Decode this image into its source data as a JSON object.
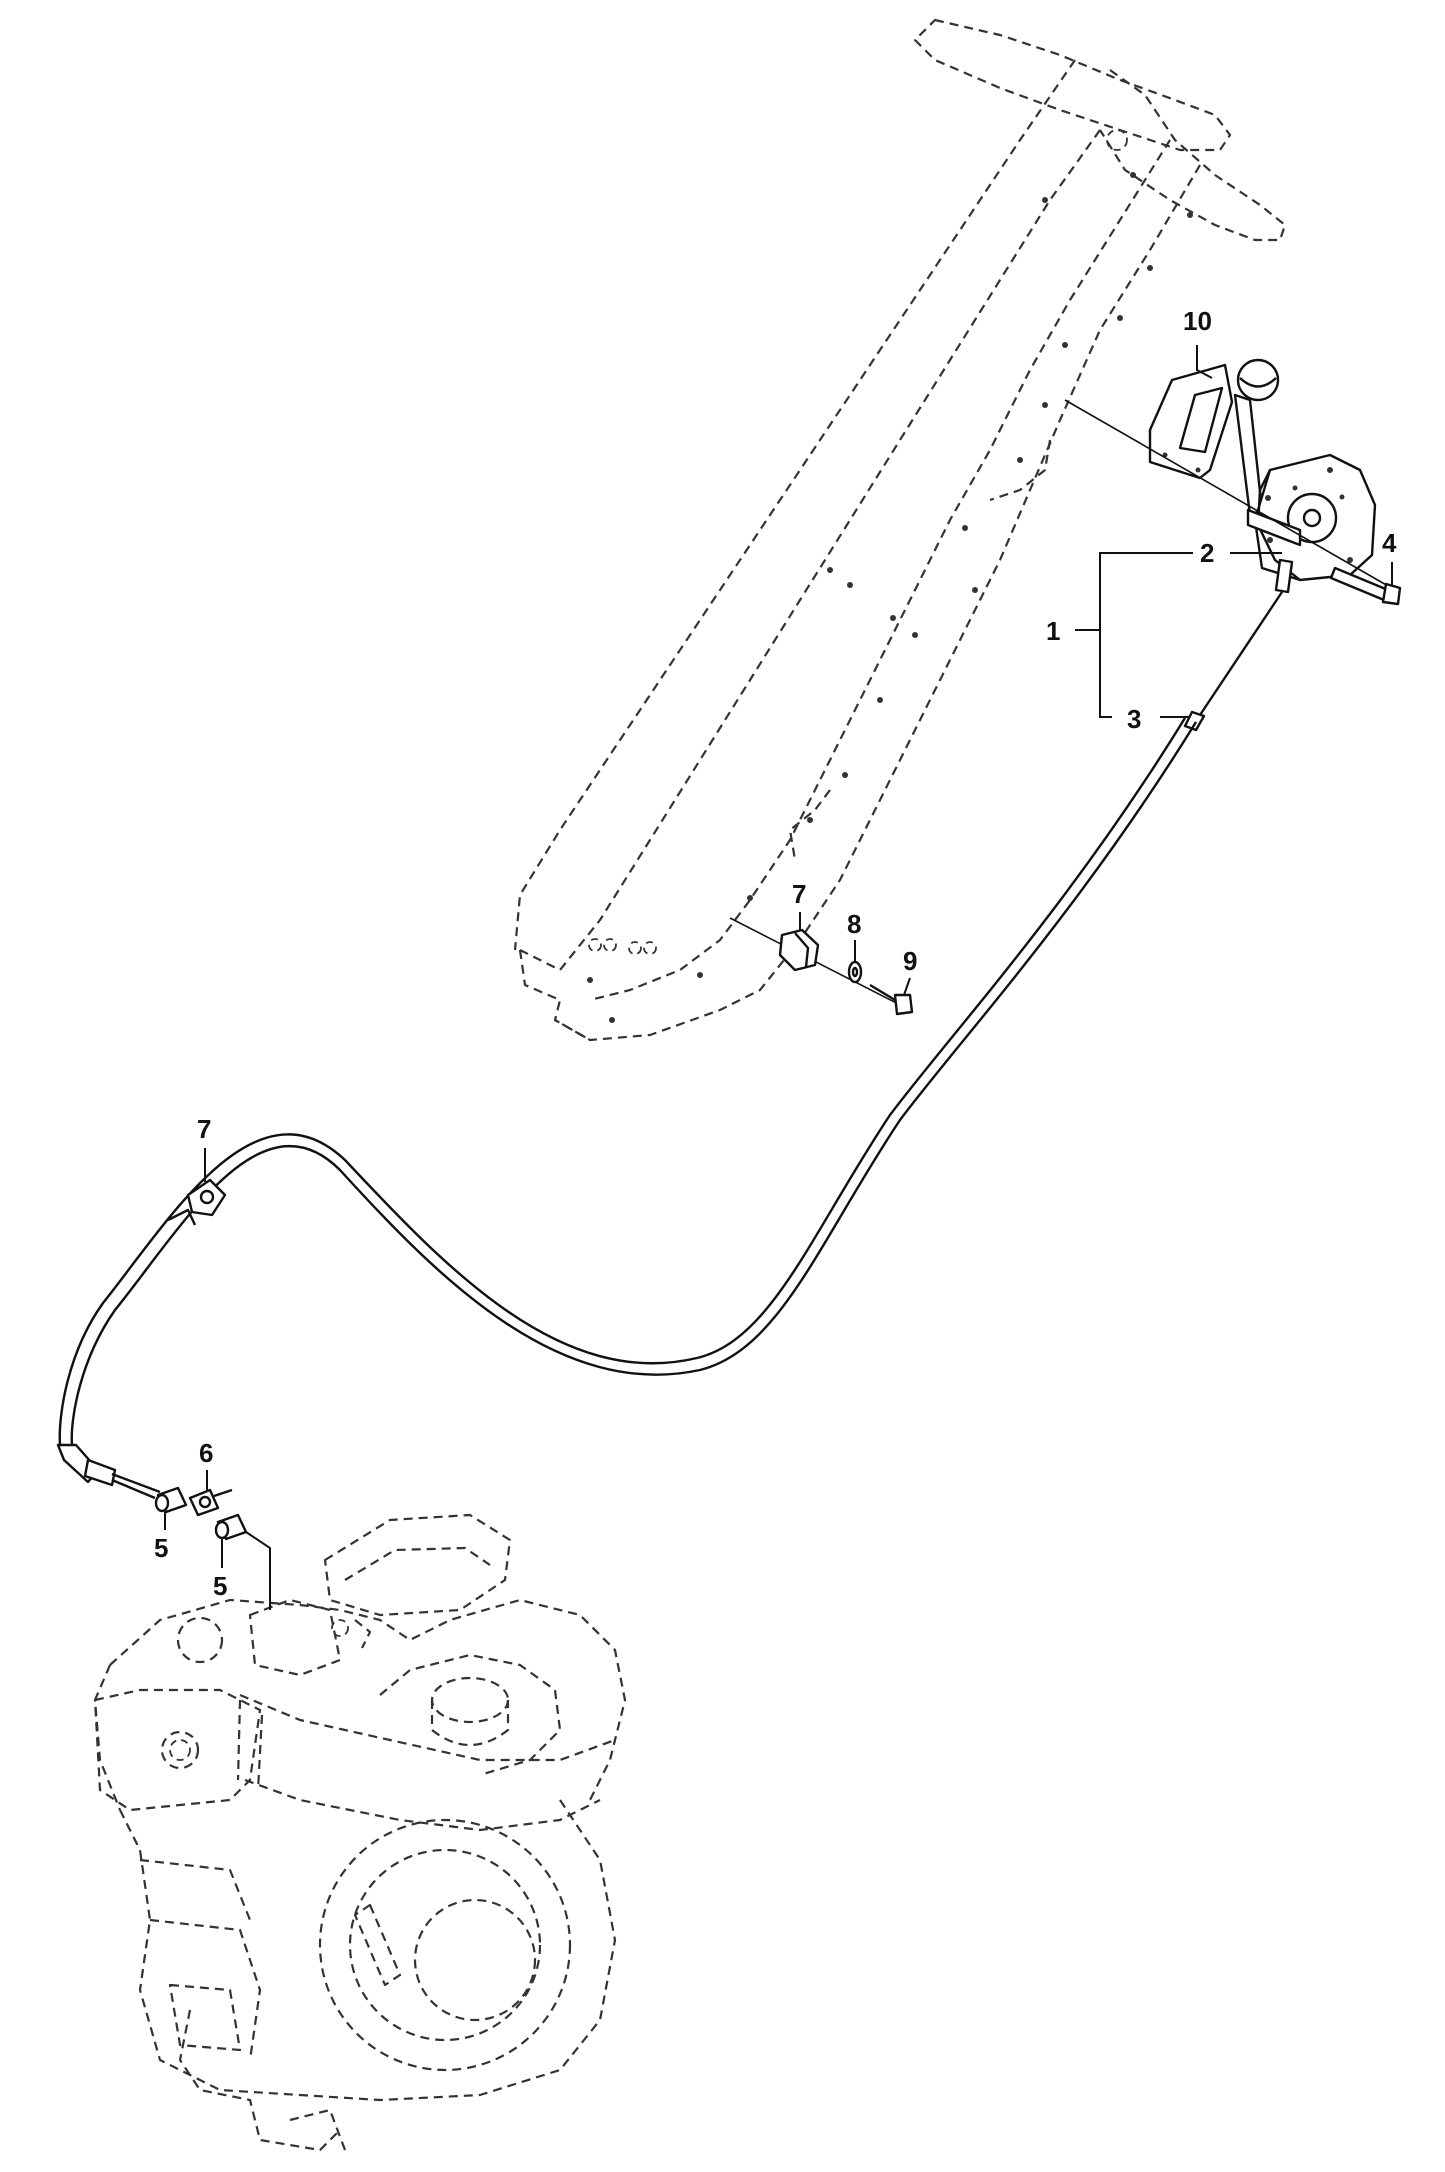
{
  "callouts": [
    {
      "id": "c10",
      "text": "10"
    },
    {
      "id": "c2",
      "text": "2"
    },
    {
      "id": "c4",
      "text": "4"
    },
    {
      "id": "c1",
      "text": "1"
    },
    {
      "id": "c3",
      "text": "3"
    },
    {
      "id": "c7a",
      "text": "7"
    },
    {
      "id": "c8",
      "text": "8"
    },
    {
      "id": "c9",
      "text": "9"
    },
    {
      "id": "c7b",
      "text": "7"
    },
    {
      "id": "c6",
      "text": "6"
    },
    {
      "id": "c5a",
      "text": "5"
    },
    {
      "id": "c5b",
      "text": "5"
    }
  ],
  "colors": {
    "line": "#111111",
    "ghost": "#333333",
    "background": "#ffffff"
  }
}
